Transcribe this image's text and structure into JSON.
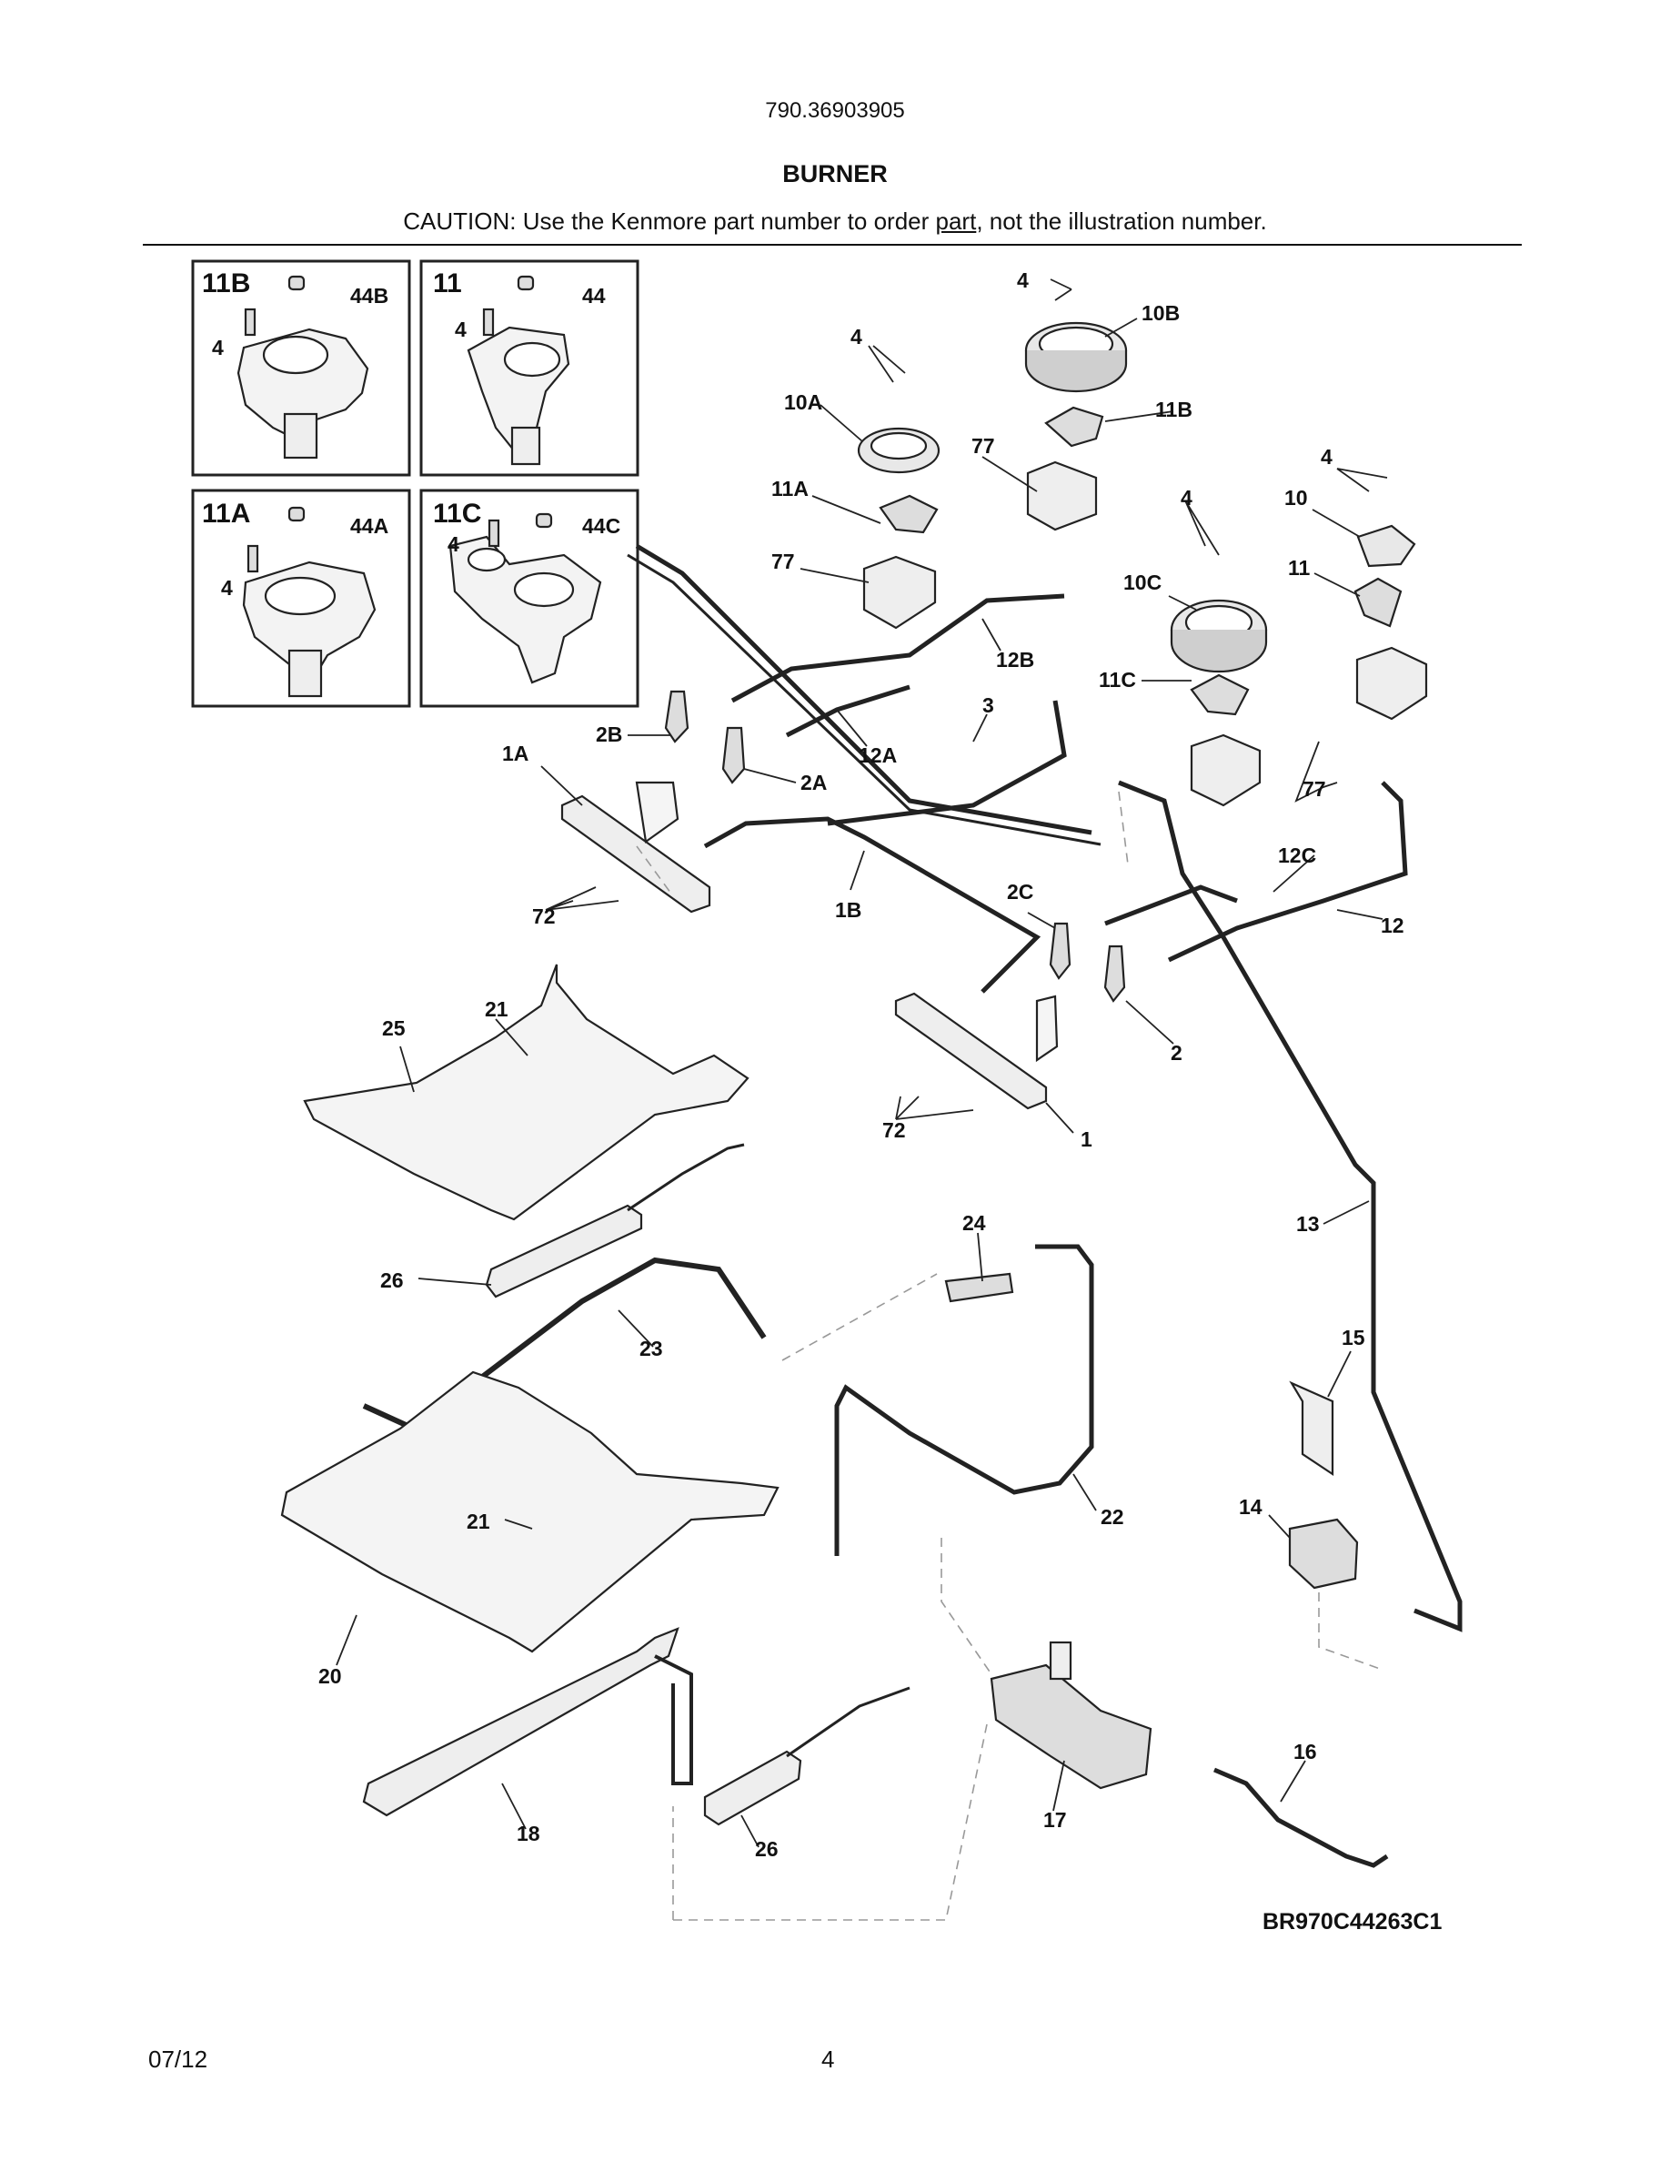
{
  "header": {
    "model_number": "790.36903905",
    "title": "BURNER",
    "caution_prefix": "CAUTION: Use the Kenmore part number to order ",
    "caution_link": "part",
    "caution_suffix": ", not the illustration number."
  },
  "inset_panels": [
    {
      "title": "11B",
      "labels": [
        "44B",
        "4"
      ]
    },
    {
      "title": "11",
      "labels": [
        "44",
        "4"
      ]
    },
    {
      "title": "11A",
      "labels": [
        "44A",
        "4"
      ]
    },
    {
      "title": "11C",
      "labels": [
        "44C",
        "4"
      ]
    }
  ],
  "part_labels": [
    "4",
    "10B",
    "4",
    "10A",
    "11B",
    "77",
    "4",
    "10",
    "11A",
    "4",
    "11",
    "77",
    "10C",
    "12B",
    "11C",
    "3",
    "2B",
    "1A",
    "12A",
    "2A",
    "77",
    "12C",
    "72",
    "1B",
    "2C",
    "12",
    "25",
    "21",
    "2",
    "72",
    "1",
    "24",
    "13",
    "26",
    "23",
    "15",
    "22",
    "21",
    "14",
    "20",
    "16",
    "18",
    "26",
    "17"
  ],
  "figure_code": "BR970C44263C1",
  "footer": {
    "date": "07/12",
    "page": "4"
  }
}
